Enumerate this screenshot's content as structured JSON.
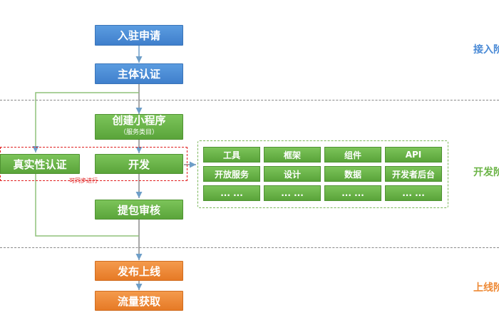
{
  "flow": {
    "apply": "入驻申请",
    "identity": "主体认证",
    "create_title": "创建小程序",
    "create_sub": "（服务类目）",
    "authenticity": "真实性认证",
    "develop": "开发",
    "parallel_note": "可同步进行",
    "submit": "提包审核",
    "publish": "发布上线",
    "traffic": "流量获取"
  },
  "tools": [
    "工具",
    "框架",
    "组件",
    "API",
    "开放服务",
    "设计",
    "数据",
    "开发者后台",
    "... ...",
    "... ...",
    "... ...",
    "... ..."
  ],
  "stages": {
    "onboarding": "接入阶",
    "development": "开发阶",
    "launch": "上线阶"
  },
  "colors": {
    "blue": "#4a8ad6",
    "green": "#6bb446",
    "orange": "#ee8a36",
    "stage_blue": "#4a8ad6",
    "stage_green": "#6bb446",
    "stage_orange": "#ee8a36",
    "note_red": "#e02020"
  }
}
